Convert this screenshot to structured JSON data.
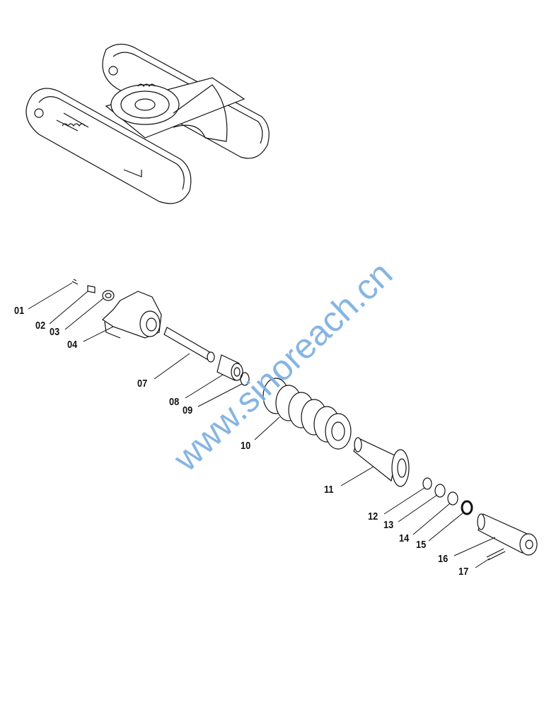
{
  "diagram": {
    "type": "exploded-parts-diagram",
    "watermark": "www.sinoreach.cn",
    "part_labels": [
      "01",
      "02",
      "03",
      "04",
      "07",
      "08",
      "09",
      "10",
      "11",
      "12",
      "13",
      "14",
      "15",
      "16",
      "17"
    ],
    "colors": {
      "line": "#111111",
      "watermark": "#7aaee0"
    }
  }
}
